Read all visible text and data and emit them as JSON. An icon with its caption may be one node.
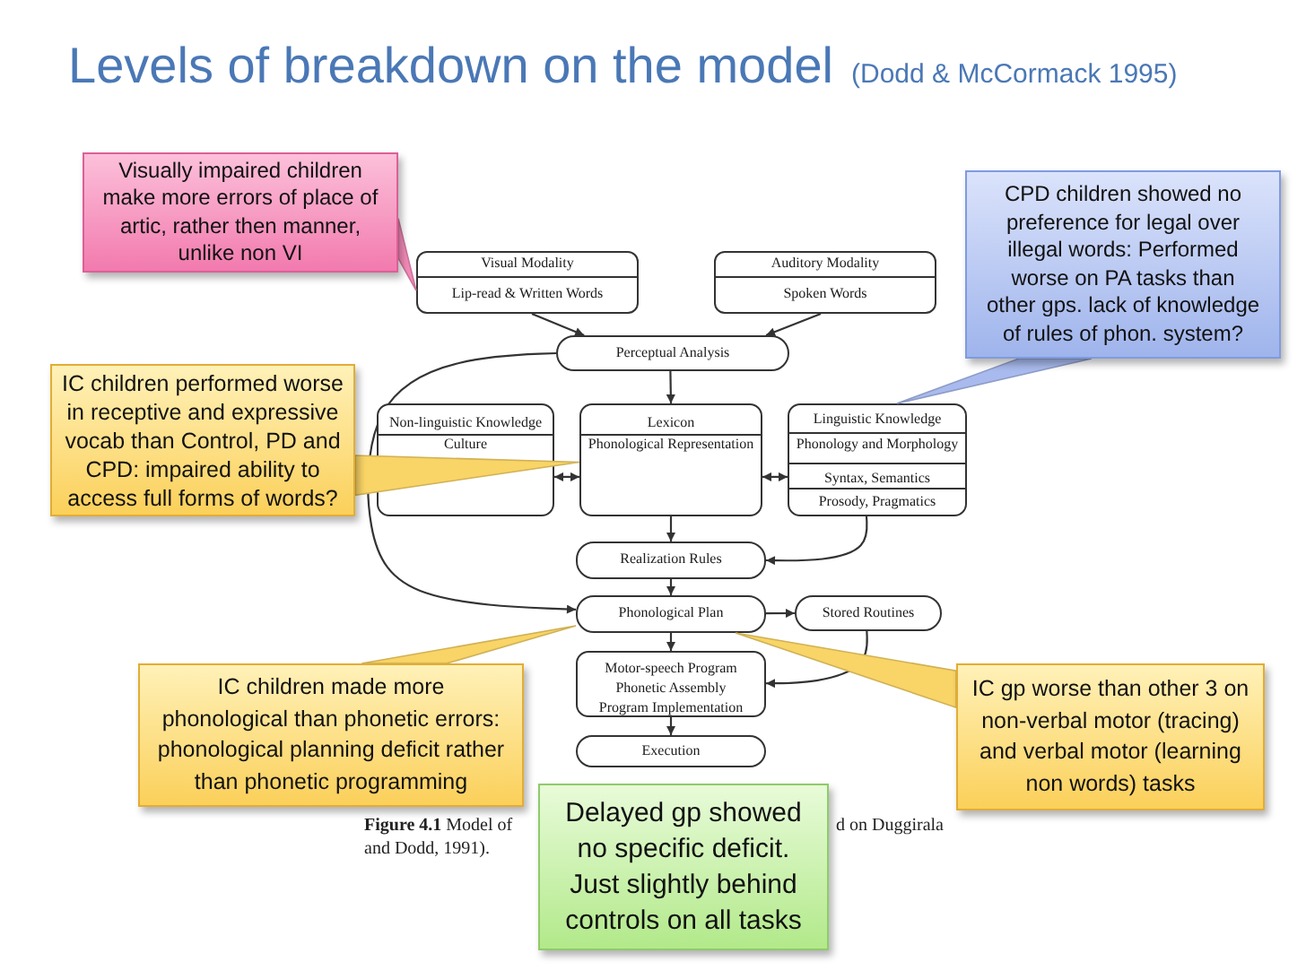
{
  "diagram": {
    "title": "Levels of breakdown on the model",
    "nodes": [
      {
        "text": [
          "Visually impaired children make more errors of place of artic, rather then manner, unlike non VI"
        ]
      },
      {
        "text": [
          "CPD children showed no preference for legal over illegal words: Performed worse on PA tasks than other gps. lack of knowledge of rules of phon. system?"
        ]
      },
      {
        "text": [
          "Visual Modality",
          "Lip-read & Written Words"
        ]
      },
      {
        "text": [
          "Auditory Modality",
          "Spoken Words"
        ]
      },
      {
        "text": [
          "Perceptual Analysis"
        ]
      },
      {
        "text": [
          "IC children performed worse in receptive and expressive vocab than Control, PD and CPD: impaired ability to access full forms of words?"
        ]
      },
      {
        "text": [
          "Non-linguistic Knowledge",
          "Culture"
        ]
      },
      {
        "text": [
          "Lexicon",
          "Phonological Representation"
        ]
      },
      {
        "text": [
          "Linguistic Knowledge",
          "Phonology and Morphology",
          "Syntax, Semantics",
          "Prosody, Pragmatics"
        ]
      },
      {
        "text": [
          "Realization Rules"
        ]
      },
      {
        "text": [
          "Phonological Plan"
        ]
      },
      {
        "text": [
          "Stored Routines"
        ]
      },
      {
        "text": [
          "IC children made more phonological than phonetic errors: phonological planning deficit rather than phonetic programming"
        ]
      },
      {
        "text": [
          "Motor-speech Program",
          "Phonetic Assembly",
          "Program Implementation"
        ]
      },
      {
        "text": [
          "IC gp worse than other 3 on non-verbal motor (tracing) and verbal motor (learning non words) tasks"
        ]
      },
      {
        "text": [
          "Execution"
        ]
      },
      {
        "text": [
          "Delayed gp showed no specific deficit. Just slightly behind controls on all tasks"
        ]
      }
    ],
    "edges": [
      {
        "from": 2,
        "to": 4,
        "arrow": "to"
      },
      {
        "from": 3,
        "to": 4,
        "arrow": "to"
      },
      {
        "from": 4,
        "to": 7,
        "arrow": "to"
      },
      {
        "from": 4,
        "to": 10,
        "arrow": "to"
      },
      {
        "from": 6,
        "to": 7,
        "arrow": "both"
      },
      {
        "from": 7,
        "to": 8,
        "arrow": "both"
      },
      {
        "from": 7,
        "to": 9,
        "arrow": "to"
      },
      {
        "from": 8,
        "to": 9,
        "arrow": "to"
      },
      {
        "from": 9,
        "to": 10,
        "arrow": "to"
      },
      {
        "from": 10,
        "to": 11,
        "arrow": "to"
      },
      {
        "from": 11,
        "to": 13,
        "arrow": "to"
      },
      {
        "from": 10,
        "to": 13,
        "arrow": "to"
      },
      {
        "from": 13,
        "to": 15,
        "arrow": "to"
      },
      {
        "from": 0,
        "to": 2,
        "arrow": "none",
        "color": "#f38ab8"
      },
      {
        "from": 1,
        "to": 8,
        "arrow": "none",
        "color": "#a9bbee"
      },
      {
        "from": 5,
        "to": 7,
        "arrow": "none",
        "color": "#f9d466"
      },
      {
        "from": 12,
        "to": 10,
        "arrow": "none",
        "color": "#f9d466"
      },
      {
        "from": 14,
        "to": 10,
        "arrow": "none",
        "color": "#f9d466"
      }
    ],
    "labels": [
      "(Dodd & McCormack 1995)",
      "**Figure 4.1** Model of",
      "d on Duggirala",
      "and Dodd, 1991)."
    ]
  }
}
